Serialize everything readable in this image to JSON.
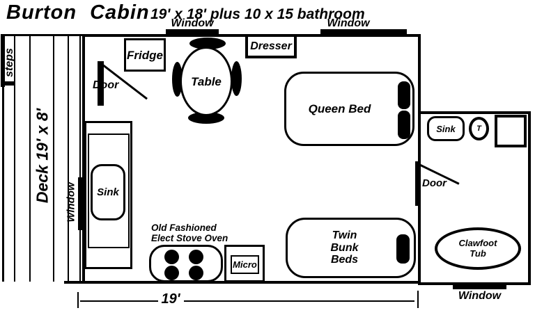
{
  "title": {
    "cabin_name": "Burton Cabin",
    "dimensions_note": "19' x 18' plus 10 x 15 bathroom"
  },
  "deck": {
    "label": "Deck 19' x 8'",
    "steps": "steps",
    "window": "Window"
  },
  "main_room": {
    "window_top_left": "Window",
    "window_top_right": "Window",
    "entry_door": "Door",
    "fridge": "Fridge",
    "dresser": "Dresser",
    "table": "Table",
    "queen_bed": "Queen Bed",
    "twin_bunk": {
      "line1": "Twin",
      "line2": "Bunk",
      "line3": "Beds"
    },
    "kitchen_sink": "Sink",
    "stove_caption": {
      "line1": "Old Fashioned",
      "line2": "Elect Stove Oven"
    },
    "micro": "Micro",
    "width_dimension": "19'"
  },
  "bathroom": {
    "door": "Door",
    "sink": "Sink",
    "toilet": "T",
    "tub": {
      "line1": "Clawfoot",
      "line2": "Tub"
    },
    "window": "Window"
  },
  "colors": {
    "ink": "#000000",
    "background": "#ffffff"
  }
}
